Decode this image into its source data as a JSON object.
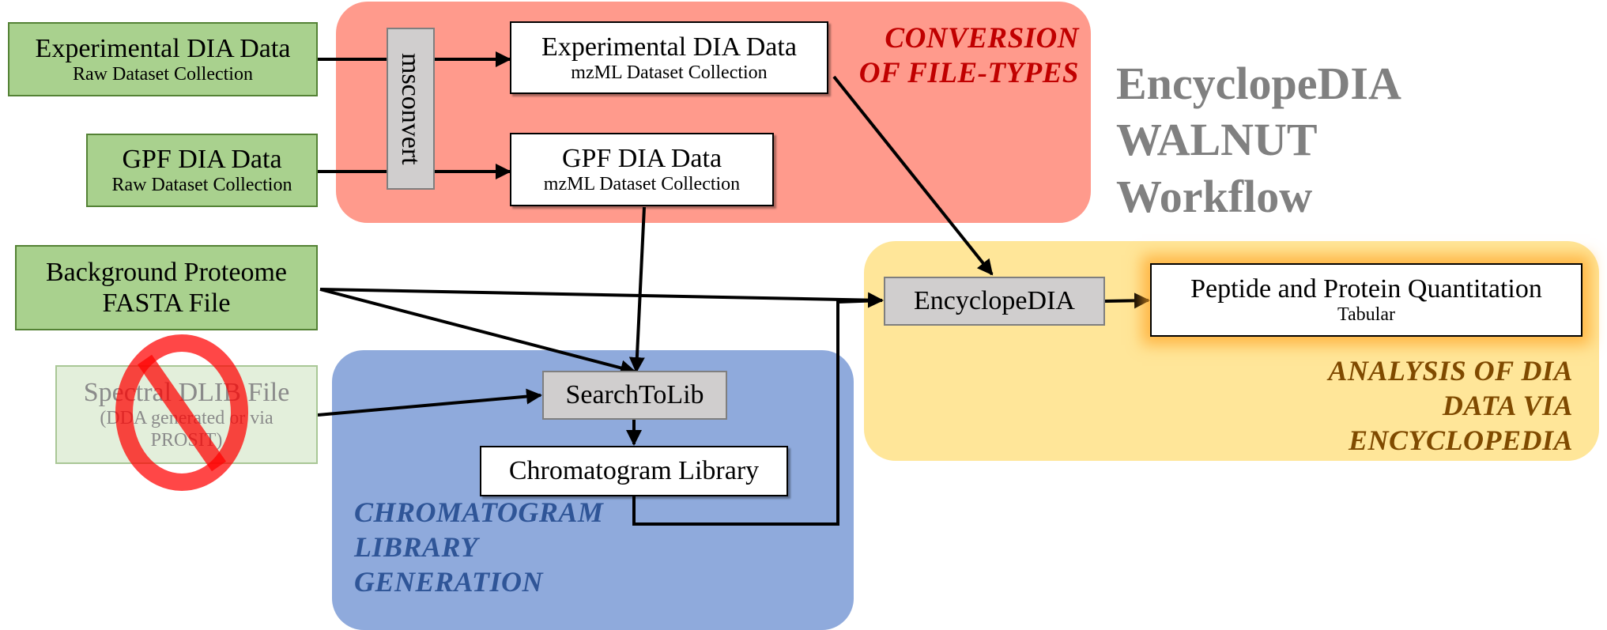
{
  "title": {
    "line1": "EncyclopeDIA",
    "line2": "WALNUT",
    "line3": "Workflow"
  },
  "regions": {
    "conversion": {
      "label_line1": "CONVERSION",
      "label_line2": "OF FILE-TYPES",
      "color": "#ff9a8c",
      "label_color": "#c00000"
    },
    "library": {
      "label_line1": "CHROMATOGRAM",
      "label_line2": "LIBRARY",
      "label_line3": "GENERATION",
      "color": "#8faadc",
      "label_color": "#2f5597"
    },
    "analysis": {
      "label_line1": "ANALYSIS OF DIA",
      "label_line2": "DATA VIA",
      "label_line3": "ENCYCLOPEDIA",
      "color": "#ffe699",
      "label_color": "#7f4a00"
    }
  },
  "nodes": {
    "exp_raw": {
      "title": "Experimental DIA Data",
      "subtitle": "Raw Dataset Collection"
    },
    "gpf_raw": {
      "title": "GPF DIA Data",
      "subtitle": "Raw Dataset Collection"
    },
    "background": {
      "title": "Background Proteome",
      "subtitle": "FASTA File"
    },
    "dlib": {
      "title": "Spectral DLIB File",
      "subtitle_line1": "(DDA generated or via",
      "subtitle_line2": "PROSIT)",
      "crossed_out_icon": "prohibited-icon"
    },
    "msconvert": {
      "title": "msconvert"
    },
    "exp_mzml": {
      "title": "Experimental DIA Data",
      "subtitle": "mzML Dataset Collection"
    },
    "gpf_mzml": {
      "title": "GPF DIA Data",
      "subtitle": "mzML Dataset Collection"
    },
    "searchtolib": {
      "title": "SearchToLib"
    },
    "chromlib": {
      "title": "Chromatogram Library"
    },
    "encyclopedia": {
      "title": "EncyclopeDIA"
    },
    "quant": {
      "title": "Peptide and Protein Quantitation",
      "subtitle": "Tabular"
    }
  }
}
